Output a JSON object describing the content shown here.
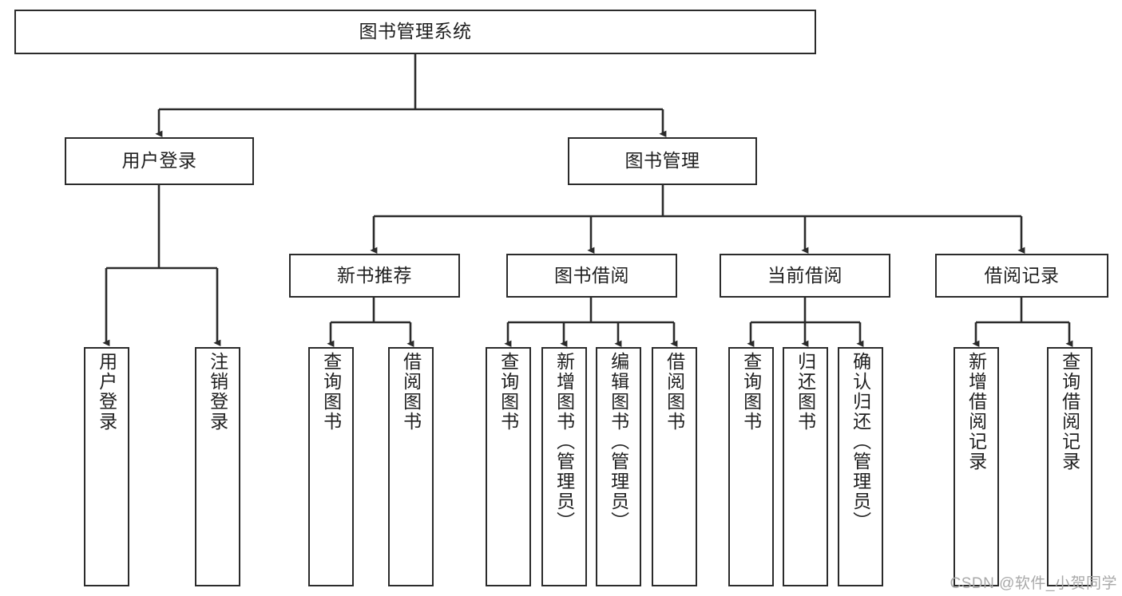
{
  "diagram": {
    "title": "图书管理系统",
    "type": "hierarchy-tree",
    "accent_color": "#2b2b2b",
    "background_color": "#ffffff",
    "nodes": {
      "root": {
        "label": "图书管理系统"
      },
      "level2": [
        {
          "id": "user-login",
          "label": "用户登录"
        },
        {
          "id": "book-manage",
          "label": "图书管理"
        }
      ],
      "level3": [
        {
          "id": "new-book-recommend",
          "label": "新书推荐"
        },
        {
          "id": "book-borrow",
          "label": "图书借阅"
        },
        {
          "id": "current-borrow",
          "label": "当前借阅"
        },
        {
          "id": "borrow-record",
          "label": "借阅记录"
        }
      ],
      "leaves": {
        "user_login": [
          {
            "id": "leaf-user-login",
            "label": "用户登录"
          },
          {
            "id": "leaf-logout",
            "label": "注销登录"
          }
        ],
        "new_book_recommend": [
          {
            "id": "leaf-query-book-1",
            "label": "查询图书"
          },
          {
            "id": "leaf-borrow-book-1",
            "label": "借阅图书"
          }
        ],
        "book_borrow": [
          {
            "id": "leaf-query-book-2",
            "label": "查询图书"
          },
          {
            "id": "leaf-add-book",
            "label": "新增图书（管理员）"
          },
          {
            "id": "leaf-edit-book",
            "label": "编辑图书（管理员）"
          },
          {
            "id": "leaf-borrow-book-2",
            "label": "借阅图书"
          }
        ],
        "current_borrow": [
          {
            "id": "leaf-query-book-3",
            "label": "查询图书"
          },
          {
            "id": "leaf-return-book",
            "label": "归还图书"
          },
          {
            "id": "leaf-confirm-return",
            "label": "确认归还（管理员）"
          }
        ],
        "borrow_record": [
          {
            "id": "leaf-add-record",
            "label": "新增借阅记录"
          },
          {
            "id": "leaf-query-record",
            "label": "查询借阅记录"
          }
        ]
      }
    }
  },
  "watermark": {
    "text": "CSDN @软件_小贺同学"
  }
}
